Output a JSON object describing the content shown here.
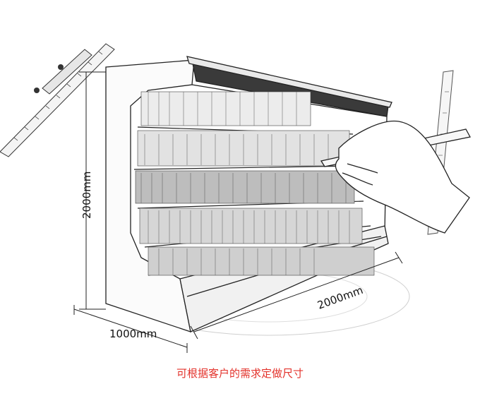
{
  "dimensions": {
    "height_label": "2000mm",
    "depth_label": "1000mm",
    "width_label": "2000mm"
  },
  "caption": "可根据客户的需求定做尺寸",
  "colors": {
    "caption": "#e3322b",
    "sketch": "#222222"
  }
}
